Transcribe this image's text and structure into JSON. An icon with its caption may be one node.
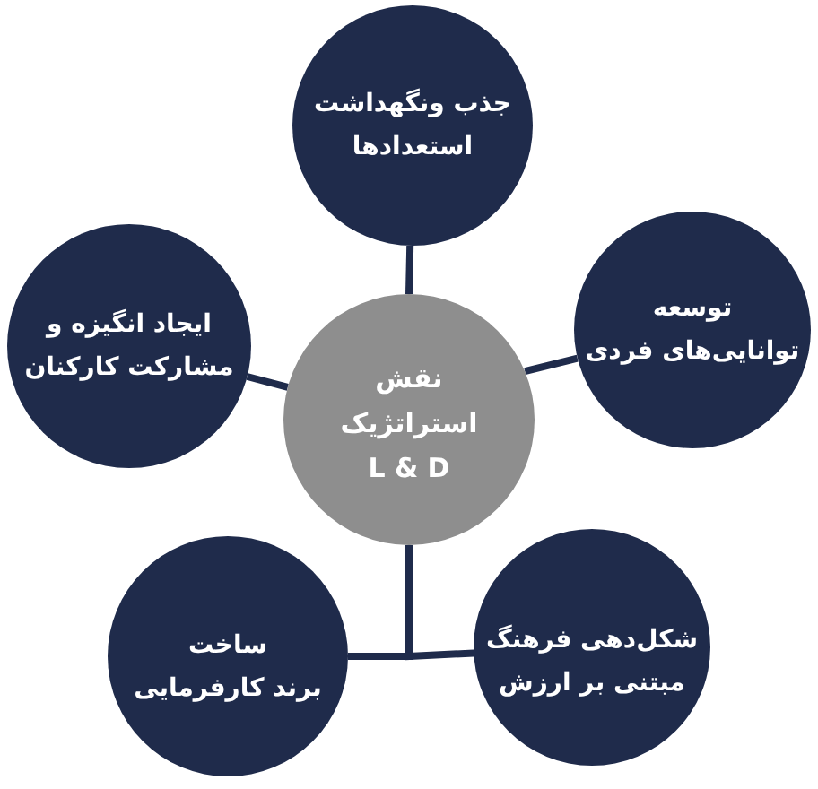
{
  "diagram": {
    "nodes": [
      {
        "text": [
          "جذب ونگهداشت استعدادها"
        ]
      },
      {
        "text": [
          "ایجاد انگیزه و مشارکت کارکنان"
        ]
      },
      {
        "text": [
          "نقش استراتژیک L & D"
        ]
      },
      {
        "text": [
          "توسعه توانایی‌های فردی"
        ]
      },
      {
        "text": [
          "ساخت برند کارفرمایی"
        ]
      },
      {
        "text": [
          "شکل‌دهی فرهنگ مبتنی بر ارزش"
        ]
      }
    ],
    "edges": [
      {
        "from": 2,
        "to": 0,
        "arrow": "none"
      },
      {
        "from": 2,
        "to": 1,
        "arrow": "none"
      },
      {
        "from": 2,
        "to": 3,
        "arrow": "none"
      },
      {
        "from": 2,
        "to": 4,
        "arrow": "none"
      },
      {
        "from": 2,
        "to": 5,
        "arrow": "none"
      }
    ]
  }
}
